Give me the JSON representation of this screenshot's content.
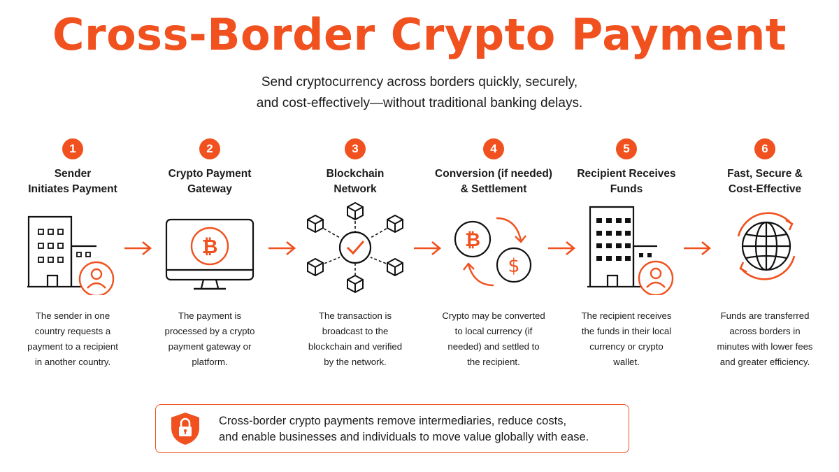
{
  "header": {
    "title": "Cross-Border Crypto Payment",
    "subtitle_lines": [
      "Send cryptocurrency across borders quickly, securely,",
      "and cost-effectively—without traditional banking delays."
    ]
  },
  "steps": [
    {
      "number": "1",
      "title_lines": [
        "Sender",
        "Initiates Payment"
      ],
      "desc_lines": [
        "The sender in one",
        "country requests a",
        "payment to a recipient",
        "in another country."
      ],
      "icon": "office-building-with-user-icon"
    },
    {
      "number": "2",
      "title_lines": [
        "Crypto Payment",
        "Gateway"
      ],
      "desc_lines": [
        "The payment is",
        "processed by a crypto",
        "payment gateway or",
        "platform."
      ],
      "icon": "monitor-with-bitcoin-icon"
    },
    {
      "number": "3",
      "title_lines": [
        "Blockchain",
        "Network"
      ],
      "desc_lines": [
        "The transaction is",
        "broadcast to the",
        "blockchain and verified",
        "by the network."
      ],
      "icon": "blockchain-network-check-icon"
    },
    {
      "number": "4",
      "title_lines": [
        "Conversion (if needed)",
        "& Settlement"
      ],
      "desc_lines": [
        "Crypto may be converted",
        "to local currency (if",
        "needed) and settled to",
        "the recipient."
      ],
      "icon": "bitcoin-dollar-exchange-icon"
    },
    {
      "number": "5",
      "title_lines": [
        "Recipient Receives",
        "Funds"
      ],
      "desc_lines": [
        "The recipient receives",
        "the funds in their local",
        "currency or crypto",
        "wallet."
      ],
      "icon": "office-building-with-user-icon"
    },
    {
      "number": "6",
      "title_lines": [
        "Fast, Secure &",
        "Cost-Effective"
      ],
      "desc_lines": [
        "Funds are transferred",
        "across borders in",
        "minutes with lower fees",
        "and greater efficiency."
      ],
      "icon": "globe-with-circular-arrows-icon"
    }
  ],
  "banner": {
    "icon": "shield-lock-icon",
    "lines": [
      "Cross-border crypto payments remove intermediaries, reduce costs,",
      "and enable businesses and individuals to move value globally with ease."
    ]
  },
  "colors": {
    "accent": "#f0511f",
    "text": "#1a1a1a",
    "background": "#ffffff"
  }
}
